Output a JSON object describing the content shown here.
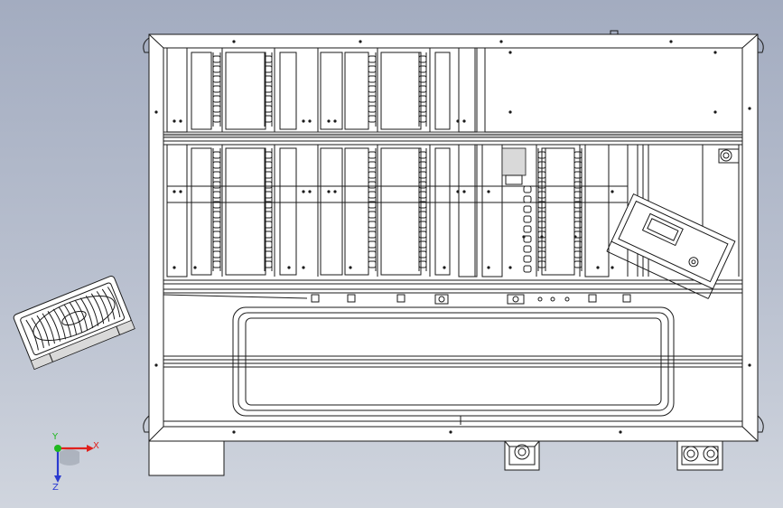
{
  "view": {
    "background_top": "#a3acc0",
    "background_bottom": "#d0d5de",
    "line_color": "#1a1a1a"
  },
  "triad": {
    "x_label": "X",
    "y_label": "Y",
    "z_label": "Z",
    "x_color": "#e0201c",
    "y_color": "#1fb81f",
    "z_color": "#2a3ad0"
  },
  "icons": [
    "fan-icon",
    "coordinate-triad-icon",
    "control-box-icon"
  ]
}
